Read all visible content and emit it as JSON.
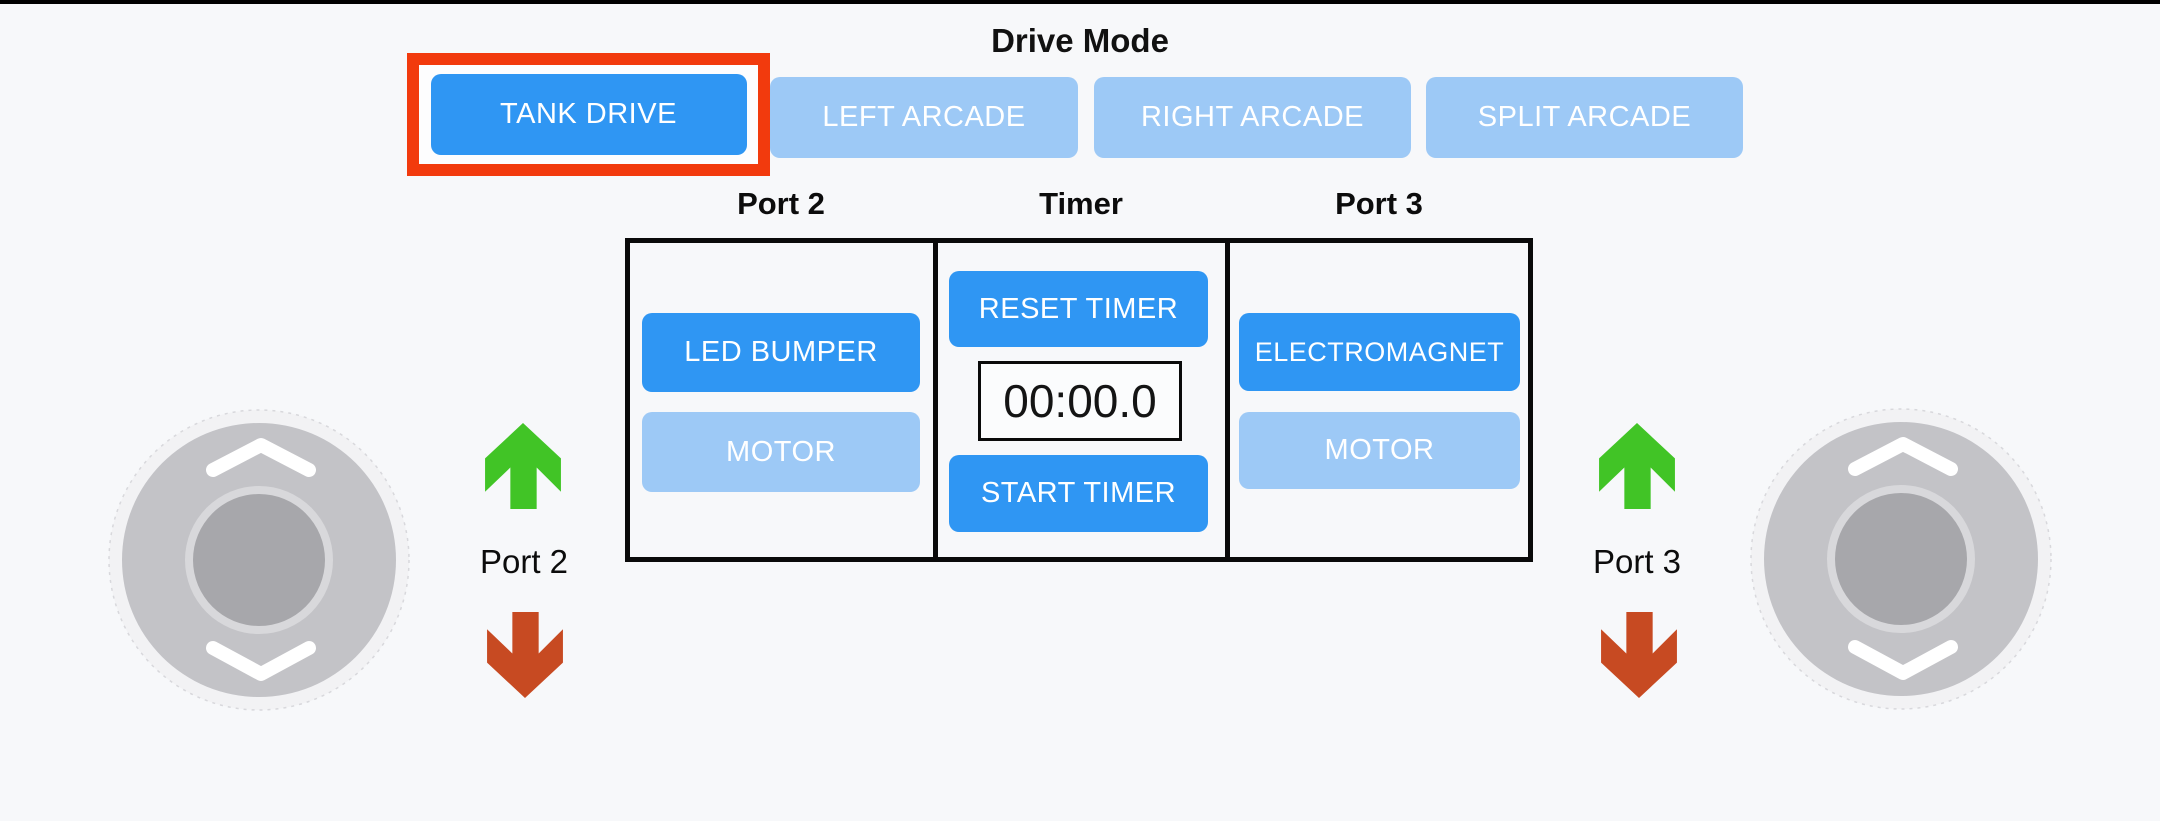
{
  "drive_mode": {
    "title": "Drive Mode",
    "selected": "TANK DRIVE",
    "buttons": [
      {
        "label": "TANK DRIVE",
        "active": true,
        "highlighted": true
      },
      {
        "label": "LEFT ARCADE",
        "active": false,
        "highlighted": false
      },
      {
        "label": "RIGHT ARCADE",
        "active": false,
        "highlighted": false
      },
      {
        "label": "SPLIT ARCADE",
        "active": false,
        "highlighted": false
      }
    ]
  },
  "control_panel": {
    "columns": [
      {
        "header": "Port 2",
        "buttons": [
          {
            "label": "LED BUMPER",
            "active": true
          },
          {
            "label": "MOTOR",
            "active": false
          }
        ]
      },
      {
        "header": "Timer",
        "buttons": [
          {
            "label": "RESET TIMER",
            "active": true
          },
          {
            "label": "START TIMER",
            "active": true
          }
        ],
        "timer_value": "00:00.0"
      },
      {
        "header": "Port 3",
        "buttons": [
          {
            "label": "ELECTROMAGNET",
            "active": true
          },
          {
            "label": "MOTOR",
            "active": false
          }
        ]
      }
    ]
  },
  "joysticks": {
    "left": {
      "port_label": "Port 2",
      "up_icon": "green-up-arrow",
      "down_icon": "red-down-arrow"
    },
    "right": {
      "port_label": "Port 3",
      "up_icon": "green-up-arrow",
      "down_icon": "red-down-arrow"
    }
  },
  "colors": {
    "background": "#f7f8fa",
    "active_button": "#2f96f3",
    "inactive_button": "#9dc9f6",
    "button_text": "#ffffff",
    "highlight_box": "#f23a0d",
    "green_arrow": "#41c426",
    "red_arrow": "#c74a22",
    "table_border": "#0a0a0a",
    "joystick_base": "#f2f2f4",
    "joystick_pad": "#c3c3c7",
    "joystick_knob_ring": "#d8d8db",
    "joystick_knob": "#a7a7ab"
  }
}
